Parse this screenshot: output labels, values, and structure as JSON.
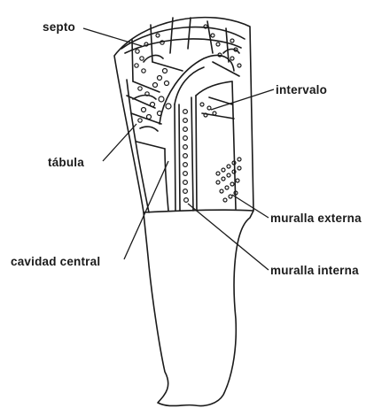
{
  "labels": {
    "septo": "septo",
    "intervalo": "intervalo",
    "tabula": "tábula",
    "muralla_externa": "muralla externa",
    "cavidad_central": "cavidad central",
    "muralla_interna": "muralla interna"
  },
  "colors": {
    "ink": "#1a1a1a",
    "background": "#ffffff"
  }
}
